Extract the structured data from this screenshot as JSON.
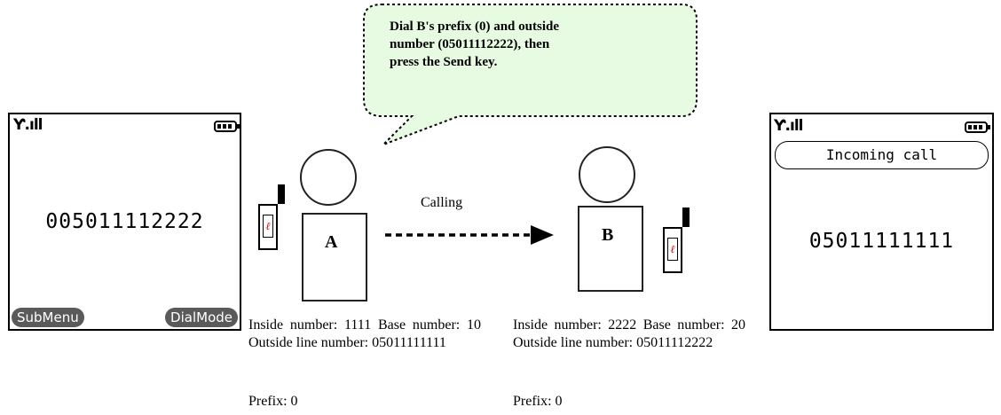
{
  "phone_left": {
    "dialed_number": "005011112222",
    "softkey_left": "SubMenu",
    "softkey_right": "DialMode"
  },
  "phone_right": {
    "banner": "Incoming call",
    "caller_number": "05011111111"
  },
  "bubble": {
    "text_line1": "Dial B's prefix (0) and outside",
    "text_line2": "number (05011112222), then",
    "text_line3": "press the Send key."
  },
  "calling_label": "Calling",
  "person_a": {
    "letter": "A",
    "handset_glyph": "ℓ",
    "info": "Inside number:  1111  Base number:  10  Outside line number:  05011111111",
    "prefix": "Prefix:  0"
  },
  "person_b": {
    "letter": "B",
    "handset_glyph": "ℓ",
    "info": "Inside number:  2222  Base number:  20  Outside line number:  05011112222",
    "prefix": "Prefix:  0"
  },
  "colors": {
    "bubble_fill": "#e6fbe1",
    "handset_mark": "#dd0000",
    "softkey_bg": "#5a5a5a"
  }
}
